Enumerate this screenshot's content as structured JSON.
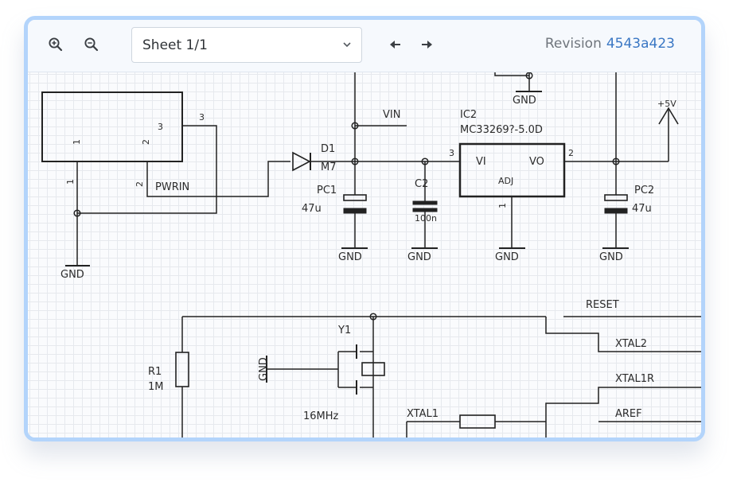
{
  "toolbar": {
    "zoom_in_icon": "zoom-in-icon",
    "zoom_out_icon": "zoom-out-icon",
    "sheet_select": {
      "value": "Sheet 1/1"
    },
    "prev_icon": "arrow-left-icon",
    "next_icon": "arrow-right-icon",
    "revision_label": "Revision",
    "revision_hash": "4543a423"
  },
  "colors": {
    "frame_border": "#b3d4fb",
    "link": "#3a77c4",
    "wire": "#222222",
    "grid": "#e6e9ee"
  },
  "schematic": {
    "pin_1": "1",
    "pin_2": "2",
    "pin_3": "3",
    "pwrin": "PWRIN",
    "gnd": "GND",
    "vin": "VIN",
    "d1_ref": "D1",
    "d1_val": "M7",
    "pc1_ref": "PC1",
    "pc1_val": "47u",
    "c2_ref": "C2",
    "c2_val": "100n",
    "ic2_ref": "IC2",
    "ic2_val": "MC33269?-5.0D",
    "ic2_vi": "VI",
    "ic2_vo": "VO",
    "ic2_adj": "ADJ",
    "pc2_ref": "PC2",
    "pc2_val": "47u",
    "plus5v": "+5V",
    "reset": "RESET",
    "xtal2": "XTAL2",
    "xtal1r": "XTAL1R",
    "aref": "AREF",
    "xtal1": "XTAL1",
    "r1_ref": "R1",
    "r1_val": "1M",
    "y1_ref": "Y1",
    "y1_val": "16MHz"
  }
}
